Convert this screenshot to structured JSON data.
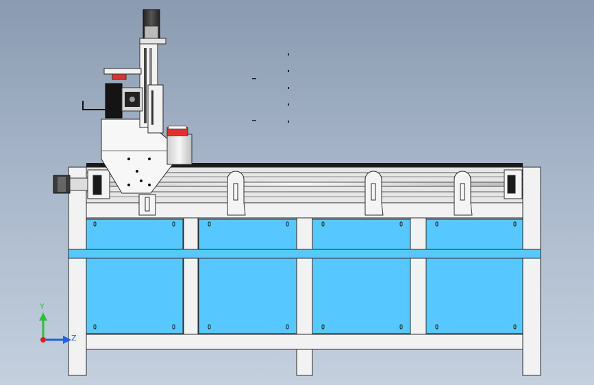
{
  "triad": {
    "y_label": "Y",
    "z_label": "Z",
    "y_color": "#2fbf3a",
    "z_color": "#1f5fe0",
    "x_color": "#e02020"
  },
  "colors": {
    "panel": "#56c8ff",
    "frame": "#f2f2f2",
    "outline": "#2a2a2a",
    "accent_red": "#e23030"
  },
  "model": {
    "panel_count": 8,
    "carriage_count": 4
  }
}
